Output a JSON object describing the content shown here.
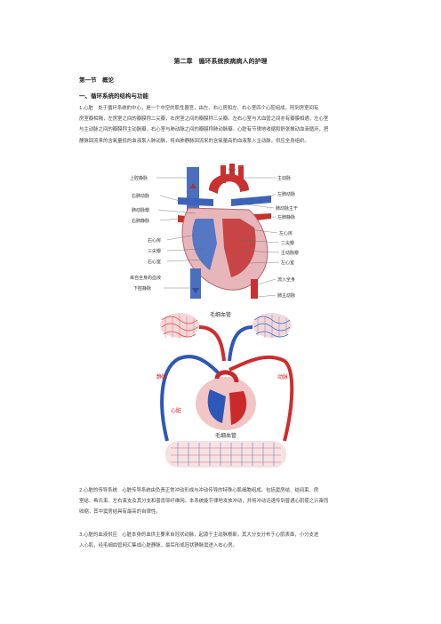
{
  "doc": {
    "chapter_title": "第二章　循环系统疾病病人的护理",
    "section_title": "第一节　概论",
    "subsection_title": "一、循环系统的结构与功能",
    "para1": [
      "1.心脏　处于循环系统的中心，是一个中空的肌性器官，由左、右心房和左、右心室四个心腔组成，阿到房室间有",
      "房室瓣相隔，左房室之间的瓣膜称二尖瓣，右房室之间的瓣膜称三尖瓣。左右心室与大血管之间亦有瓣膜相通，左心室",
      "与主动脉之间的瓣膜称主动脉瓣，右心室与肺动脉之间的瓣膜称肺动脉瓣。心脏有节律地收缩和舒张推动血液循环，把",
      "静脉回流来的含氧量低的血液泵入肺动脉，将自肺静脉回流来的含氧量高的血液泵入主动脉，供应全身组织。"
    ],
    "para2": [
      "2.心脏的传导系统　心脏传导系统由负责正常冲动形成与冲动传导的特殊心肌细胞组成。包括窦房结、结间束、房",
      "室结、希氏束、左右束支及其分支和普肯耶纤维网。本系统能节律地发放冲动，并将冲动迅速传到普通心肌使之兴奋而",
      "收缩，其中窦房结具有最高的自律性。"
    ],
    "para3": [
      "3.心脏的血液供应　心脏本身的血供主要来自冠状动脉，起源于主动脉根部，其大分支分布于心肌表面，小分支进",
      "入心肌，经毛细血管网汇集成心脏静脉，最后形成冠状静脉窦进入右心房。"
    ]
  },
  "heart_diagram": {
    "labels_left": [
      "上腔静脉",
      "右肺动脉",
      "肺动脉瓣",
      "右肺静脉",
      "右心房",
      "三尖瓣",
      "右心室",
      "来自全身的血液",
      "下腔静脉"
    ],
    "labels_right": [
      "主动脉",
      "左肺动脉",
      "肺动脉主干",
      "左肺静脉",
      "左心房",
      "二尖瓣",
      "主动脉瓣",
      "左心室",
      "流入全身",
      "肺主动脉"
    ],
    "colors": {
      "oxygenated": "#cc2a2a",
      "deoxygenated": "#2f5fb3",
      "tissue": "#e8b4b8"
    }
  },
  "circulation_diagram": {
    "label_top_capillary": "毛细血管",
    "label_bottom_capillary": "毛细血管",
    "label_vein": "静脉",
    "label_artery": "动脉",
    "label_heart": "心脏",
    "colors": {
      "artery": "#d12b2b",
      "vein": "#2d57b8",
      "capillary_red": "#e05a5a",
      "capillary_blue": "#5a7fd6"
    }
  }
}
